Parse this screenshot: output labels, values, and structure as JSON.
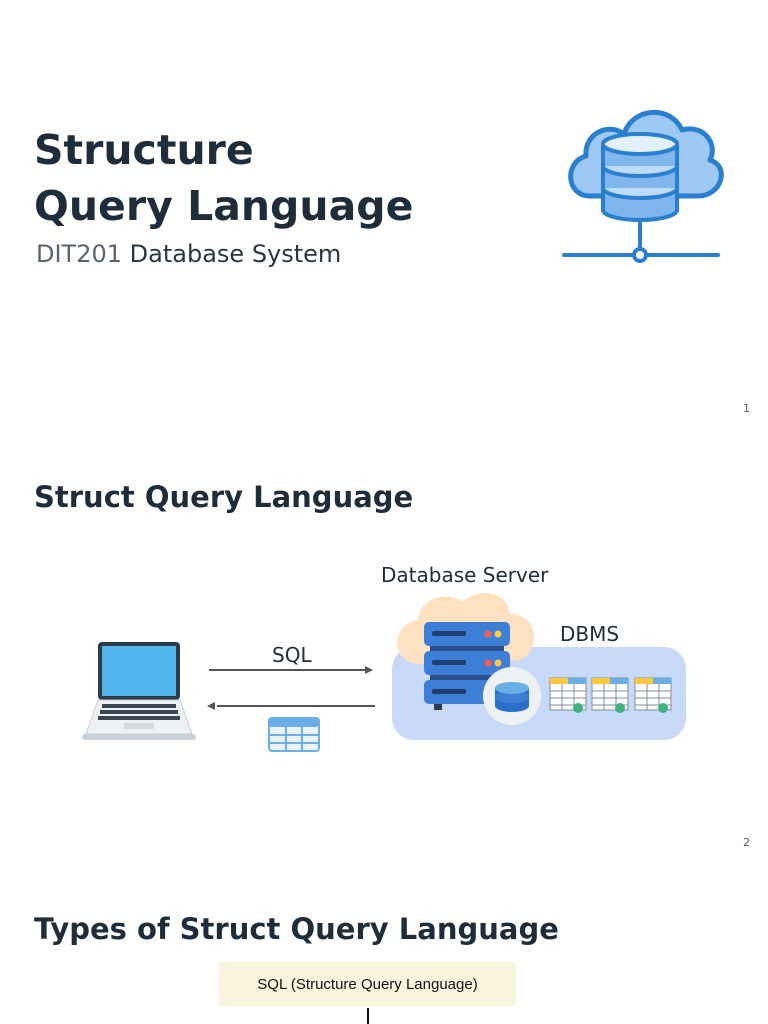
{
  "slide1": {
    "title_line1": "Structure",
    "title_line2": "Query Language",
    "course_code": "DIT201",
    "course_name": "Database System",
    "page_number": "1",
    "icon": "cloud-database-icon"
  },
  "slide2": {
    "title": "Struct Query Language",
    "server_label": "Database Server",
    "dbms_label": "DBMS",
    "sql_label": "SQL",
    "page_number": "2",
    "icons": [
      "laptop-icon",
      "server-icon",
      "database-icon",
      "table-icon"
    ]
  },
  "slide3": {
    "title": "Types of Struct Query Language",
    "root_box": "SQL (Structure Query Language)"
  },
  "colors": {
    "title": "#1f2d3a",
    "accent_blue": "#2b7fcf",
    "light_blue": "#9ec9f5",
    "dbms_bg": "#c9daf8",
    "cloud_peach": "#fde1c1",
    "box_bg": "#f8f5dc"
  }
}
